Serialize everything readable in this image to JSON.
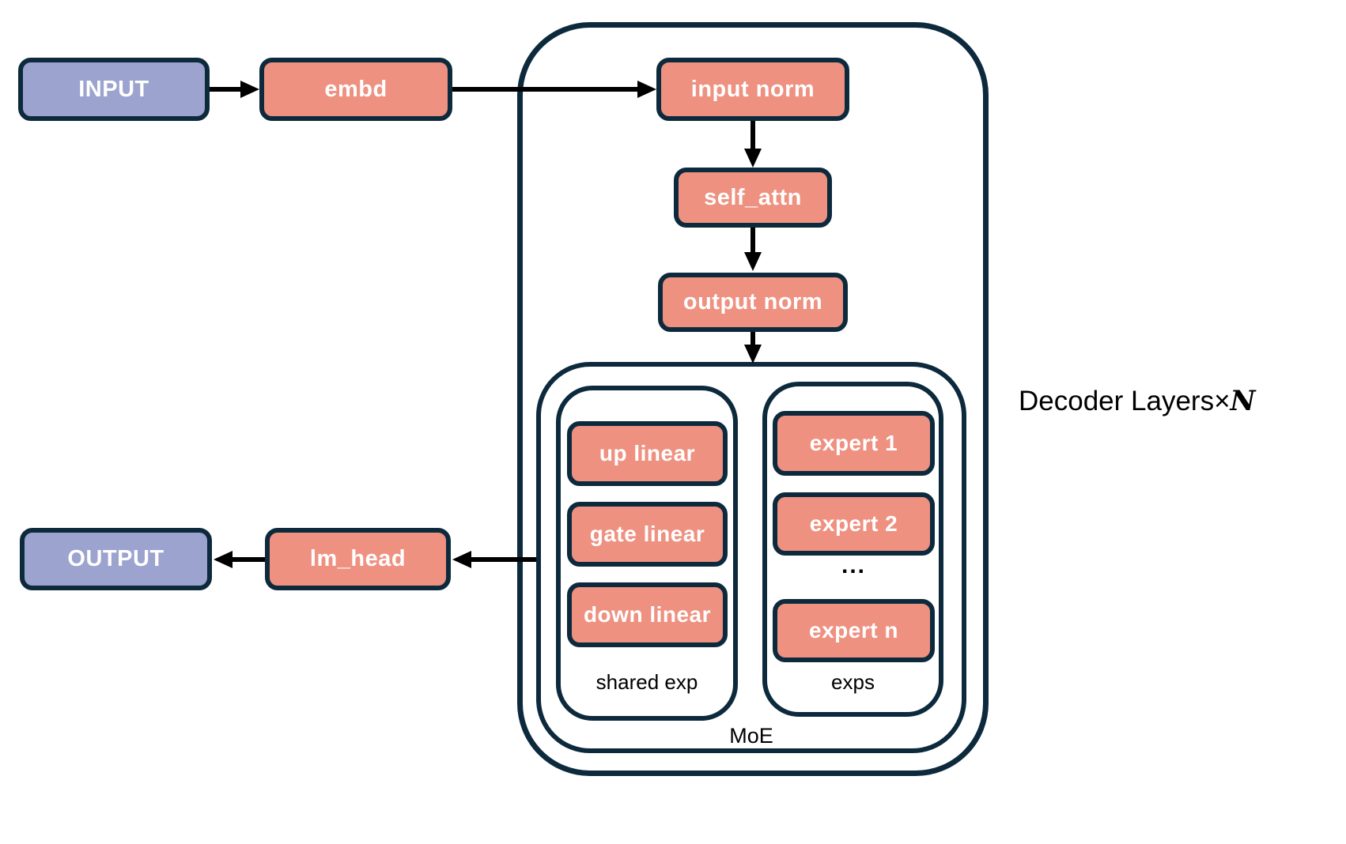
{
  "colors": {
    "border_navy": "#0d2a3d",
    "block_salmon": "#ee9181",
    "block_purple": "#9ba3ce",
    "arrow_black": "#000000",
    "box_text": "#ffffff",
    "label_text": "#000000"
  },
  "nodes": {
    "input": "INPUT",
    "embd": "embd",
    "input_norm": "input norm",
    "self_attn": "self_attn",
    "output_norm": "output norm",
    "lm_head": "lm_head",
    "output": "OUTPUT"
  },
  "decoder": {
    "label_prefix": "Decoder Layers",
    "label_times": "×",
    "label_n": "N"
  },
  "moe": {
    "label": "MoE",
    "shared_exp": {
      "label": "shared exp",
      "boxes": [
        "up linear",
        "gate linear",
        "down linear"
      ]
    },
    "exps": {
      "label": "exps",
      "boxes": [
        "expert 1",
        "expert 2",
        "expert n"
      ],
      "ellipsis": "..."
    }
  }
}
